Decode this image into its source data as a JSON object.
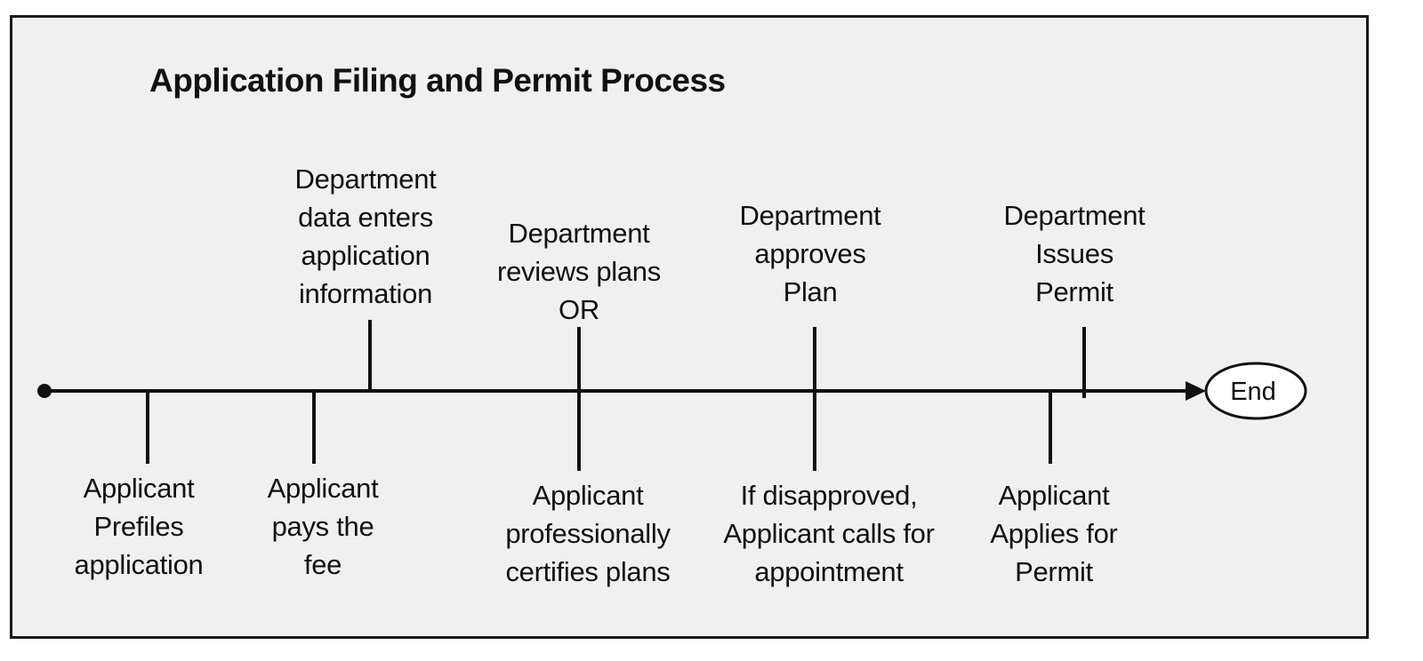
{
  "diagram": {
    "title": "Application Filing and Permit Process",
    "end_label": "End",
    "above": [
      {
        "id": "dept-data-entry",
        "text": "Department\ndata enters\napplication\ninformation"
      },
      {
        "id": "dept-reviews",
        "text": "Department\nreviews plans\nOR"
      },
      {
        "id": "dept-approves",
        "text": "Department\napproves\nPlan"
      },
      {
        "id": "dept-issues",
        "text": "Department\nIssues\nPermit"
      }
    ],
    "below": [
      {
        "id": "applicant-prefiles",
        "text": "Applicant\nPrefiles\napplication"
      },
      {
        "id": "applicant-pays",
        "text": "Applicant\npays the\nfee"
      },
      {
        "id": "applicant-certifies",
        "text": "Applicant\nprofessionally\ncertifies plans"
      },
      {
        "id": "applicant-appointment",
        "text": "If disapproved,\nApplicant calls for\nappointment"
      },
      {
        "id": "applicant-applies",
        "text": "Applicant\nApplies for\nPermit"
      }
    ]
  }
}
